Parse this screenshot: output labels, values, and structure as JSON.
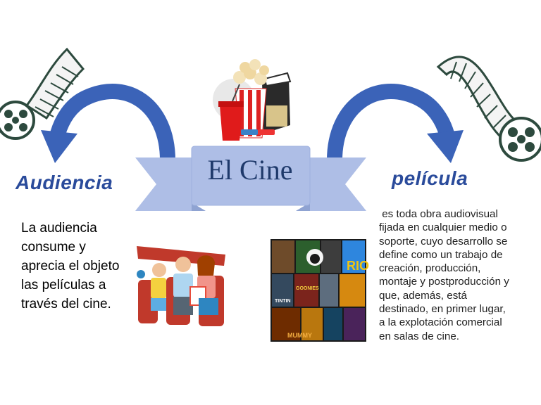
{
  "center": {
    "title": "El Cine"
  },
  "left": {
    "title": "Audiencia",
    "text_lines": [
      "La audiencia",
      "consume y",
      "aprecia el objeto",
      "las películas a",
      "través del cine."
    ]
  },
  "right": {
    "title": "película",
    "text_lines": [
      " es toda obra audiovisual",
      "fijada en cualquier medio o",
      "soporte, cuyo desarrollo se",
      "define como un trabajo de",
      "creación, producción,",
      "montaje y postproducción y",
      "que, además, está",
      "destinado, en primer lugar,",
      "a la explotación comercial",
      "en salas de cine."
    ]
  },
  "colors": {
    "ribbon": "#aebee6",
    "ribbon_dark": "#8fa3d2",
    "arrow": "#3b63b8",
    "title_blue": "#2a4b9b",
    "center_text": "#1f3a6b"
  },
  "icons": {
    "film_reel_left": "film-reel-icon",
    "film_reel_right": "film-reel-icon",
    "popcorn": "popcorn-clapper-icon",
    "audience": "audience-illustration",
    "posters": "movie-posters-collage"
  }
}
